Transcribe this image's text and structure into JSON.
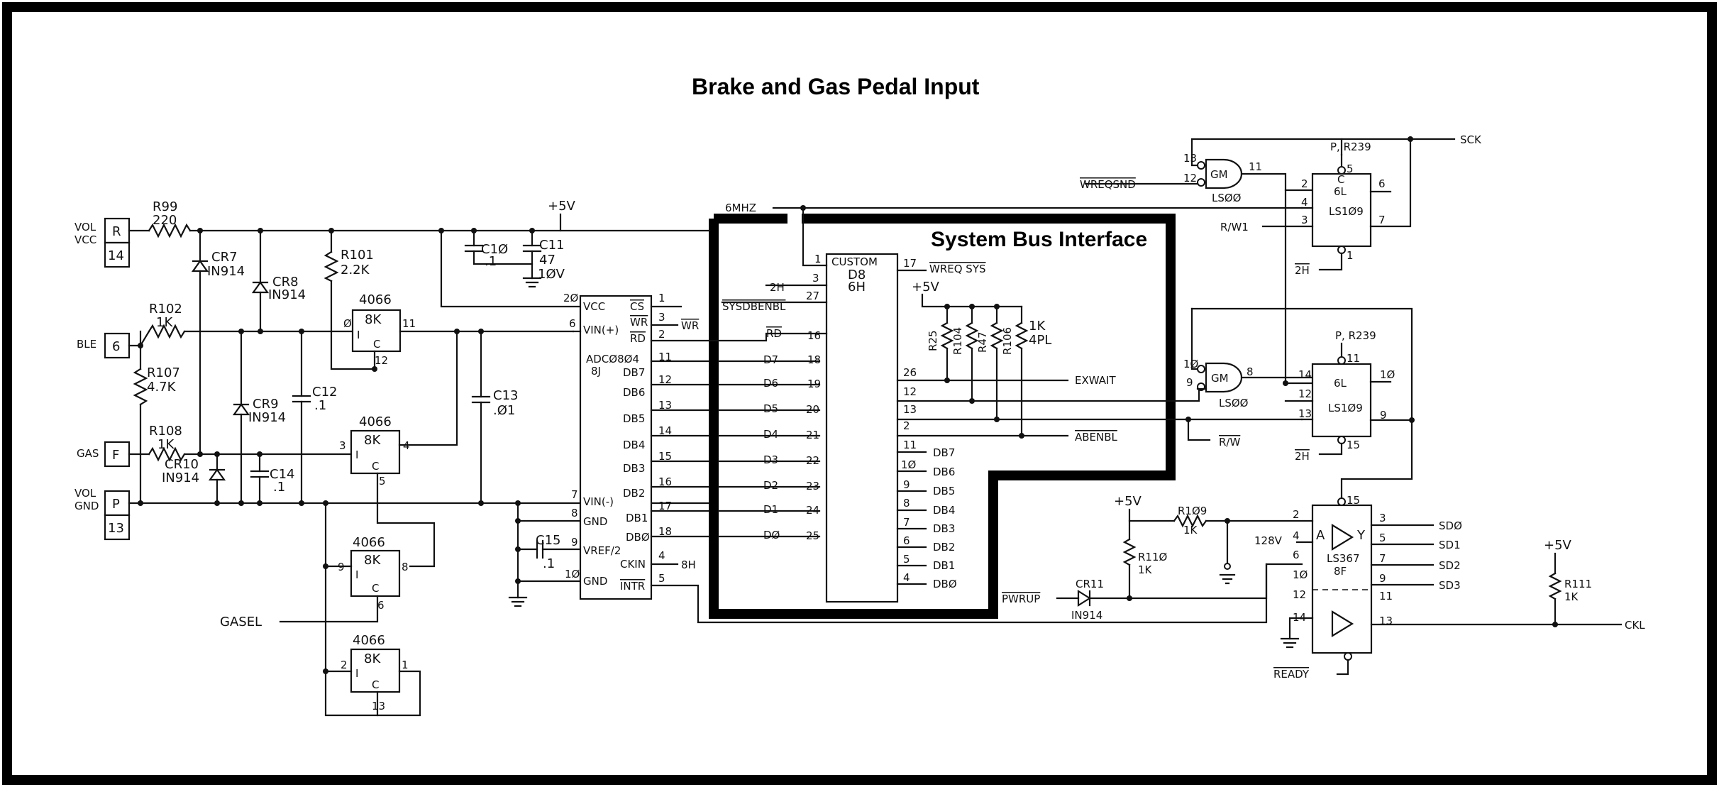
{
  "title": "Brake and Gas Pedal Input",
  "section_label": "System Bus Interface",
  "connector": {
    "vol_vcc": [
      "VOL",
      "VCC"
    ],
    "vol_gnd": [
      "VOL",
      "GND"
    ],
    "pins": [
      {
        "letter": "R",
        "num": "14"
      },
      {
        "letter": "6",
        "num": ""
      },
      {
        "letter": "F",
        "num": ""
      },
      {
        "letter": "P",
        "num": "13"
      }
    ],
    "ble": "BLE",
    "gas": "GAS"
  },
  "parts": {
    "r99": [
      "R99",
      "220"
    ],
    "r101": [
      "R101",
      "2.2K"
    ],
    "r102": [
      "R102",
      "1K"
    ],
    "r107": [
      "R107",
      "4.7K"
    ],
    "r108": [
      "R108",
      "1K"
    ],
    "cr7": [
      "CR7",
      "IN914"
    ],
    "cr8": [
      "CR8",
      "IN914"
    ],
    "cr9": [
      "CR9",
      "IN914"
    ],
    "cr10": [
      "CR10",
      "IN914"
    ],
    "c10": [
      "C1Ø",
      ".1"
    ],
    "c11": [
      "C11",
      "47",
      "1ØV"
    ],
    "c12": [
      "C12",
      ".1"
    ],
    "c13": [
      "C13",
      ".Ø1"
    ],
    "c14": [
      "C14",
      ".1"
    ],
    "c15": [
      "C15",
      ".1"
    ],
    "plus5v": "+5V"
  },
  "analog_switches": [
    {
      "type": "4066",
      "loc": "8K",
      "in": "Ø",
      "out": "11",
      "ctl": "12"
    },
    {
      "type": "4066",
      "loc": "8K",
      "in": "3",
      "out": "4",
      "ctl": "5"
    },
    {
      "type": "4066",
      "loc": "8K",
      "in": "9",
      "out": "8",
      "ctl": "6"
    },
    {
      "type": "4066",
      "loc": "8K",
      "in": "2",
      "out": "1",
      "ctl": "13"
    }
  ],
  "switch_letters": {
    "i": "I",
    "c": "C"
  },
  "gasel": "GASEL",
  "adc": {
    "name": "ADCØ8Ø4",
    "loc": "8J",
    "left_pins": [
      {
        "num": "2Ø",
        "label": "VCC"
      },
      {
        "num": "6",
        "label": "VIN(+)"
      },
      {
        "num": "11",
        "label": "DB7"
      },
      {
        "num": "12",
        "label": "DB6"
      },
      {
        "num": "13",
        "label": "DB5"
      },
      {
        "num": "14",
        "label": "DB4"
      },
      {
        "num": "15",
        "label": "DB3"
      },
      {
        "num": "16",
        "label": "DB2"
      },
      {
        "num": "17",
        "label": "DB1"
      },
      {
        "num": "18",
        "label": "DBØ"
      },
      {
        "num": "7",
        "label": "VIN(-)"
      },
      {
        "num": "8",
        "label": "GND"
      },
      {
        "num": "9",
        "label": "VREF/2"
      },
      {
        "num": "1Ø",
        "label": "GND"
      }
    ],
    "right_pins": [
      {
        "num": "1",
        "label": "CS"
      },
      {
        "num": "3",
        "label": "WR"
      },
      {
        "num": "2",
        "label": "RD"
      },
      {
        "num": "4",
        "label": "CKIN"
      },
      {
        "num": "5",
        "label": "INTR"
      }
    ],
    "wr_signal": "WR",
    "ckin_signal": "8H"
  },
  "custom": {
    "name": "CUSTOM",
    "part": "D8",
    "loc": "6H",
    "clock": "6MHZ",
    "left_pins": [
      {
        "num": "1",
        "signal": ""
      },
      {
        "num": "3",
        "signal": "2H"
      },
      {
        "num": "27",
        "signal": "SYSDBENBL"
      },
      {
        "num": "16",
        "signal": "RD"
      },
      {
        "num": "18",
        "signal": "D7"
      },
      {
        "num": "19",
        "signal": "D6"
      },
      {
        "num": "20",
        "signal": "D5"
      },
      {
        "num": "21",
        "signal": "D4"
      },
      {
        "num": "22",
        "signal": "D3"
      },
      {
        "num": "23",
        "signal": "D2"
      },
      {
        "num": "24",
        "signal": "D1"
      },
      {
        "num": "25",
        "signal": "DØ"
      }
    ],
    "right_pins": [
      {
        "num": "17",
        "signal": "WREQ SYS"
      },
      {
        "num": "26",
        "signal": "EXWAIT"
      },
      {
        "num": "12",
        "signal": ""
      },
      {
        "num": "13",
        "signal": ""
      },
      {
        "num": "2",
        "signal": "ABENBL"
      },
      {
        "num": "11",
        "signal": "DB7"
      },
      {
        "num": "1Ø",
        "signal": "DB6"
      },
      {
        "num": "9",
        "signal": "DB5"
      },
      {
        "num": "8",
        "signal": "DB4"
      },
      {
        "num": "7",
        "signal": "DB3"
      },
      {
        "num": "6",
        "signal": "DB2"
      },
      {
        "num": "5",
        "signal": "DB1"
      },
      {
        "num": "4",
        "signal": "DBØ"
      }
    ]
  },
  "pullups": {
    "supply": "+5V",
    "resistors": [
      "R25",
      "R104",
      "R47",
      "R106"
    ],
    "value": [
      "1K",
      "4PL"
    ]
  },
  "ff_top": {
    "gate": "GM",
    "gate_type": "LSØØ",
    "gate_in": [
      "13",
      "12"
    ],
    "gate_out": "11",
    "input_signal": "WREQSND",
    "preset_label": "P, R239",
    "pins": {
      "p": "5",
      "j": "2",
      "ck": "4",
      "k": "3",
      "c": "1",
      "q": "6",
      "qn": "7"
    },
    "loc": "6L",
    "type": "LS1Ø9",
    "rw": "R/W1",
    "clr": "2H",
    "sck": "SCK"
  },
  "ff_bottom": {
    "gate": "GM",
    "gate_type": "LSØØ",
    "gate_in": [
      "1Ø",
      "9"
    ],
    "gate_out": "8",
    "preset_label": "P, R239",
    "pins": {
      "p": "11",
      "j": "14",
      "ck": "12",
      "k": "13",
      "c": "15",
      "q": "1Ø",
      "qn": "9"
    },
    "loc": "6L",
    "type": "LS1Ø9",
    "rw": "R/W",
    "clr": "2H"
  },
  "buffer": {
    "type": "LS367",
    "loc": "8F",
    "a": "A",
    "y": "Y",
    "top_pin": "15",
    "left_pins": [
      "2",
      "4",
      "6",
      "1Ø",
      "12",
      "14"
    ],
    "right_pins": [
      "3",
      "5",
      "7",
      "9",
      "11",
      "13"
    ],
    "outputs": [
      "SDØ",
      "SD1",
      "SD2",
      "SD3"
    ],
    "ready": "READY",
    "v128": "128V",
    "r109": [
      "R1Ø9",
      "1K"
    ],
    "r110": [
      "R11Ø",
      "1K"
    ],
    "cr11": [
      "CR11",
      "IN914"
    ],
    "pwrup": "PWRUP",
    "supply": "+5V"
  },
  "r111": [
    "R111",
    "1K"
  ],
  "r111_supply": "+5V",
  "ckl": "CKL"
}
